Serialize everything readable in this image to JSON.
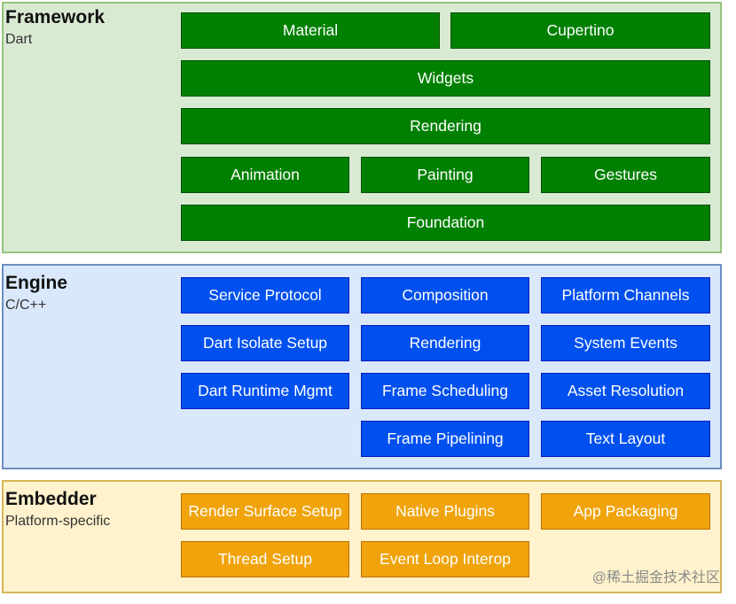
{
  "framework": {
    "title": "Framework",
    "subtitle": "Dart",
    "boxes": [
      "Material",
      "Cupertino",
      "Widgets",
      "Rendering",
      "Animation",
      "Painting",
      "Gestures",
      "Foundation"
    ]
  },
  "engine": {
    "title": "Engine",
    "subtitle": "C/C++",
    "boxes": [
      "Service Protocol",
      "Composition",
      "Platform Channels",
      "Dart Isolate Setup",
      "Rendering",
      "System Events",
      "Dart Runtime Mgmt",
      "Frame Scheduling",
      "Asset Resolution",
      "Frame Pipelining",
      "Text Layout"
    ]
  },
  "embedder": {
    "title": "Embedder",
    "subtitle": "Platform-specific",
    "boxes": [
      "Render Surface Setup",
      "Native Plugins",
      "App Packaging",
      "Thread Setup",
      "Event Loop Interop"
    ]
  },
  "watermark": "@稀土掘金技术社区",
  "colors": {
    "framework_bg": "#d9ead3",
    "framework_box": "#008000",
    "engine_bg": "#dae8fc",
    "engine_box": "#0050ef",
    "embedder_bg": "#fff2cc",
    "embedder_box": "#f0a30a"
  }
}
